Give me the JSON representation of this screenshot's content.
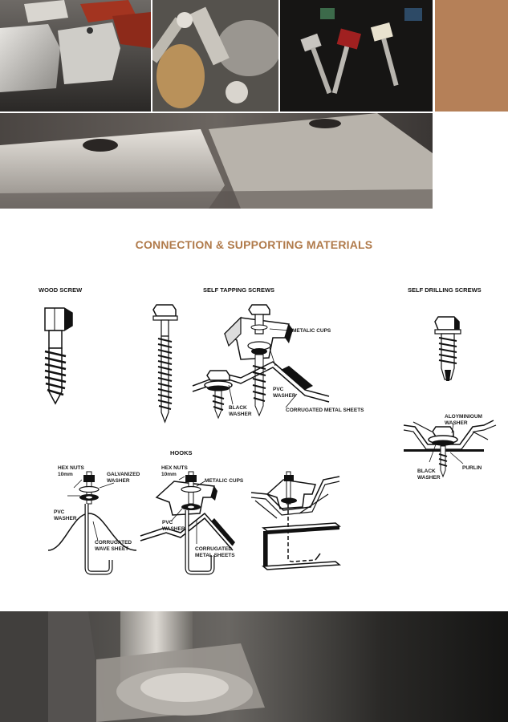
{
  "page": {
    "title": "CONNECTION & SUPPORTING MATERIALS"
  },
  "sections": {
    "wood_screw": "WOOD SCREW",
    "self_tapping": "SELF TAPPING SCREWS",
    "self_drilling": "SELF DRILLING SCREWS",
    "hooks": "HOOKS"
  },
  "labels": {
    "metalic_cups": "METALIC CUPS",
    "pvc_washer": "PVC\nWASHER",
    "black_washer": "BLACK\nWASHER",
    "corrugated_metal_sheets": "CORRUGATED METAL SHEETS",
    "aluminium_washer": "ALOYMINIOUM\nWASHER",
    "black_washer_2": "BLACK\nWASHER",
    "purlin": "PURLIN",
    "hex_nuts_1": "HEX NUTS\n10mm",
    "galvanized_washer": "GALVANIZED\nWASHER",
    "pvc_washer_2": "PVC\nWASHER",
    "corrugated_wave_sheet": "CORRUGATED\nWAVE SHEET",
    "hex_nuts_2": "HEX NUTS\n10mm",
    "metalic_cups_2": "METALIC CUPS",
    "pvc_washer_3": "PVC\nWASHER",
    "corrugated_metal_sheets_2": "CORRUGATED\nMETAL SHEETS"
  },
  "colors": {
    "accent": "#b07a4a",
    "brand_block": "#b58058",
    "ink": "#1a1a1a"
  }
}
